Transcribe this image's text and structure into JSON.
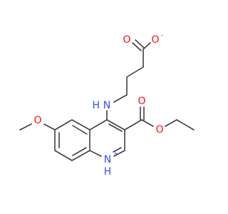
{
  "molecule": {
    "atoms": {
      "carboxylate_o_double": "O",
      "carboxylate_o_single": "O",
      "carboxylate_charge": "-",
      "amine_n": "N",
      "amine_h": "H",
      "ester_o_double": "O",
      "ester_o_single": "O",
      "methoxy_o": "O",
      "ring_n": "N",
      "ring_h": "H",
      "ring_charge": "+"
    },
    "colors": {
      "bond": "#404040",
      "oxygen": "#ff0d0d",
      "nitrogen": "#3050f8"
    }
  }
}
